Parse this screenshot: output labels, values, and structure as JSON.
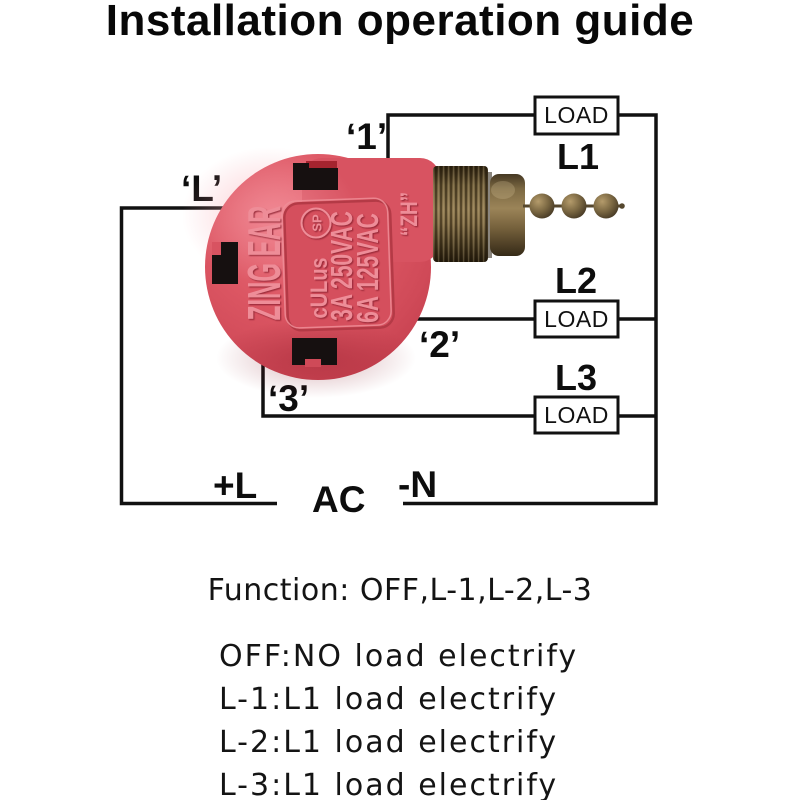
{
  "title": "Installation operation guide",
  "diagram": {
    "source_terminal": "‘L’",
    "circuits": [
      {
        "terminal": "‘1’",
        "line": "L1",
        "load": "LOAD"
      },
      {
        "terminal": "‘2’",
        "line": "L2",
        "load": "LOAD"
      },
      {
        "terminal": "‘3’",
        "line": "L3",
        "load": "LOAD"
      }
    ],
    "power": {
      "live": "+L",
      "source": "AC",
      "neutral": "-N"
    },
    "switch_markings": {
      "brand": "ZING EAR",
      "model": "“ZH”",
      "rating_1": "3A 250VAC",
      "rating_2": "6A 125VAC",
      "cert_circle": "SP",
      "cert_ul": "cULus"
    },
    "colors": {
      "switch_body": "#d9515f",
      "terminal_black": "#161010",
      "brass": "#7c6843",
      "wire": "#111111"
    }
  },
  "function_line": "Function: OFF,L-1,L-2,L-3",
  "instructions": [
    "OFF:NO load electrify",
    "L-1:L1 load electrify",
    "L-2:L1 load electrify",
    "L-3:L1 load electrify"
  ]
}
